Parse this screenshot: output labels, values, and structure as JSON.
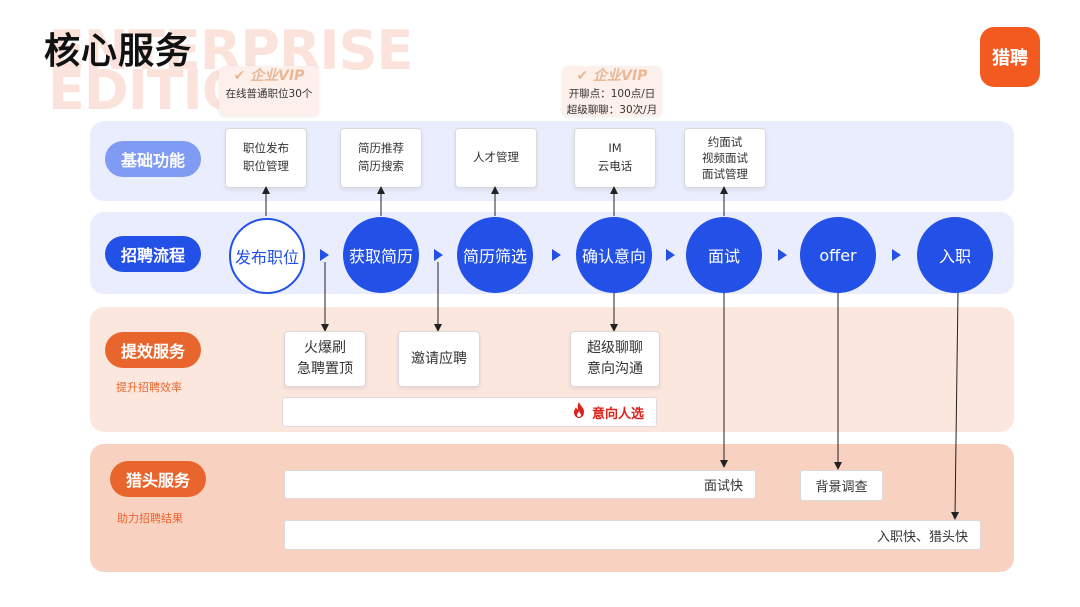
{
  "header": {
    "title": "核心服务",
    "bg_line1": "ENTERPRISE",
    "bg_line2": "EDITION",
    "logo_text": "猎聘"
  },
  "vip_tags": [
    {
      "head": "企业VIP",
      "lines": [
        "在线普通职位30个"
      ]
    },
    {
      "head": "企业VIP",
      "lines": [
        "开聊点：100点/日",
        "超级聊聊：30次/月"
      ]
    }
  ],
  "rows": {
    "basic": {
      "label": "基础功能"
    },
    "flow": {
      "label": "招聘流程"
    },
    "efficiency": {
      "label": "提效服务",
      "sub": "提升招聘效率"
    },
    "headhunt": {
      "label": "猎头服务",
      "sub": "助力招聘结果"
    }
  },
  "basic_cards": [
    [
      "职位发布",
      "职位管理"
    ],
    [
      "简历推荐",
      "简历搜索"
    ],
    [
      "人才管理"
    ],
    [
      "IM",
      "云电话"
    ],
    [
      "约面试",
      "视频面试",
      "面试管理"
    ]
  ],
  "flow_steps": [
    "发布职位",
    "获取简历",
    "简历筛选",
    "确认意向",
    "面试",
    "offer",
    "入职"
  ],
  "efficiency_cards": [
    [
      "火爆刷",
      "急聘置顶"
    ],
    [
      "邀请应聘"
    ],
    [
      "超级聊聊",
      "意向沟通"
    ]
  ],
  "efficiency_bar": "意向人选",
  "headhunt": {
    "interview_fast": "面试快",
    "background_check": "背景调查",
    "onboard_fast": "入职快、猎头快"
  },
  "colors": {
    "primary_blue": "#2350e6",
    "brand_orange": "#f25a1f",
    "label_orange": "#e8662e",
    "fire_red": "#e0201a"
  }
}
